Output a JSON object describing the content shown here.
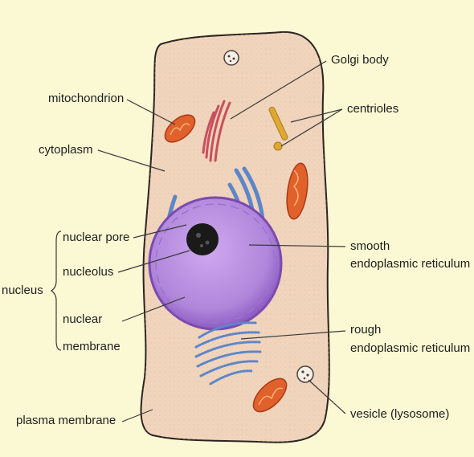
{
  "colors": {
    "background": "#fbf8d4",
    "cytoplasm": "#f0d4bc",
    "cell_outline": "#2b2320",
    "nucleus": "#b98ee0",
    "nucleus_edge": "#7c4ab0",
    "nucleolus": "#1a1a1a",
    "er": "#5d86c9",
    "mitochondrion": "#e0612a",
    "golgi": "#c8505e",
    "centriole": "#e0a830",
    "leader_line": "#3a3a3a"
  },
  "labels": {
    "golgi_body": "Golgi body",
    "mitochondrion": "mitochondrion",
    "centrioles": "centrioles",
    "cytoplasm": "cytoplasm",
    "nuclear_pore": "nuclear pore",
    "nucleolus": "nucleolus",
    "nucleus": "nucleus",
    "nuclear_membrane_line1": "nuclear",
    "nuclear_membrane_line2": "membrane",
    "smooth_er_line1": "smooth",
    "smooth_er_line2": "endoplasmic reticulum",
    "rough_er_line1": "rough",
    "rough_er_line2": "endoplasmic reticulum",
    "vesicle": "vesicle (lysosome)",
    "plasma_membrane": "plasma membrane"
  }
}
